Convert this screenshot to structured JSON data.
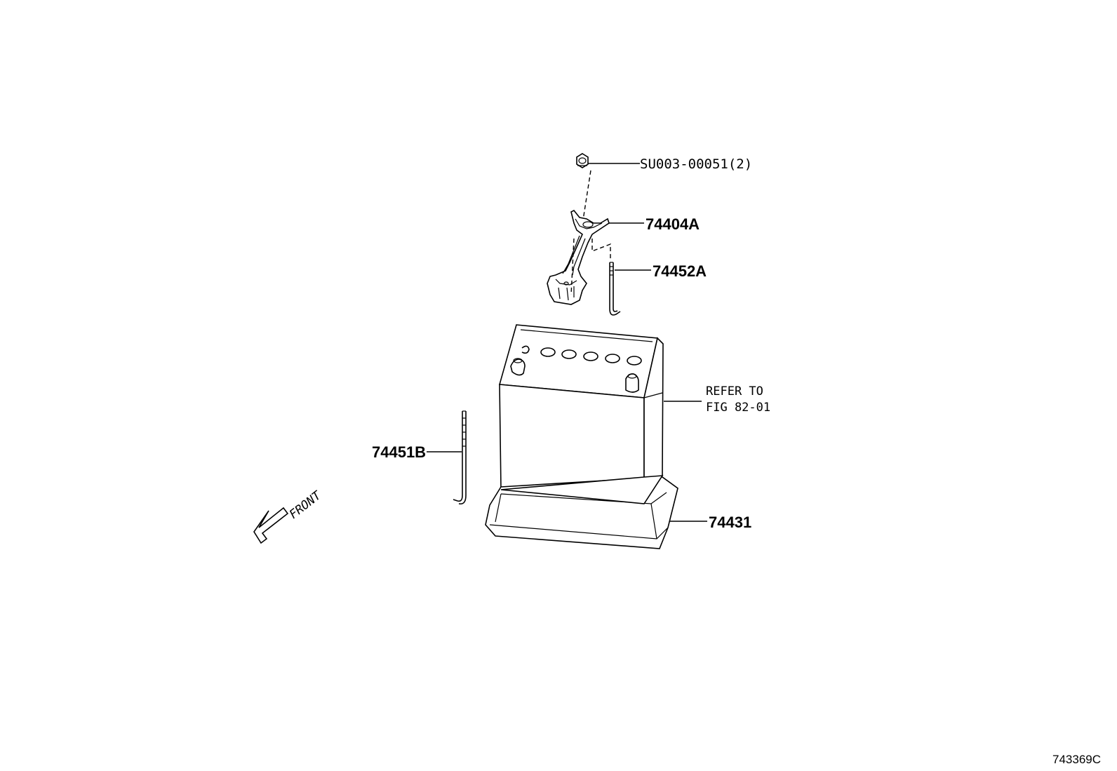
{
  "diagram": {
    "labels": {
      "nut": "SU003-00051(2)",
      "clamp": "74404A",
      "rod_right": "74452A",
      "rod_left": "74451B",
      "tray": "74431",
      "battery_ref_line1": "REFER TO",
      "battery_ref_line2": "FIG 82-01",
      "front": "FRONT"
    },
    "figure_id": "743369C"
  }
}
